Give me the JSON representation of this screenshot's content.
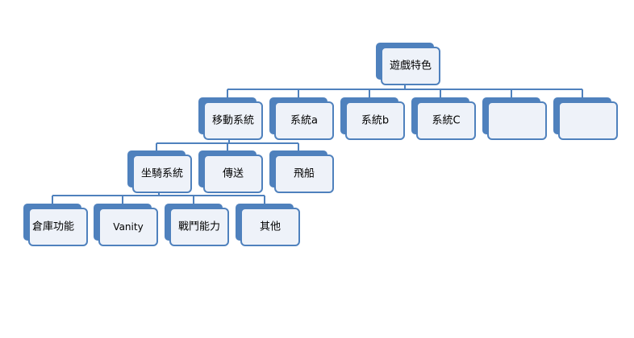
{
  "diagram": {
    "type": "org-chart",
    "root": {
      "label": "遊戲特色",
      "children": [
        {
          "label": "移動系統",
          "children": [
            {
              "label": "坐騎系統",
              "children": [
                {
                  "label": "倉庫功能"
                },
                {
                  "label": "Vanity"
                },
                {
                  "label": "戰鬥能力"
                },
                {
                  "label": "其他"
                }
              ]
            },
            {
              "label": "傳送"
            },
            {
              "label": "飛船"
            }
          ]
        },
        {
          "label": "系統a"
        },
        {
          "label": "系統b"
        },
        {
          "label": "系統C"
        },
        {
          "label": ""
        },
        {
          "label": ""
        }
      ]
    }
  },
  "colors": {
    "accent": "#4f81bd",
    "node_fill": "#eef2f9",
    "text": "#000000",
    "background": "#ffffff"
  }
}
